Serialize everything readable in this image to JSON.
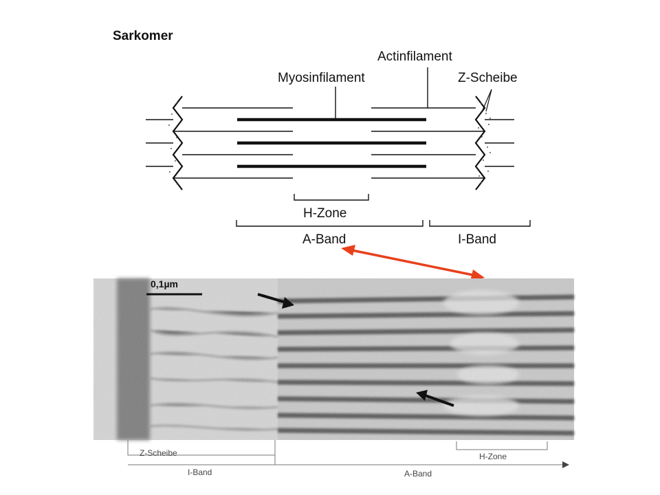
{
  "schematic": {
    "title": "Sarkomer",
    "labels": {
      "actin": "Actinfilament",
      "myosin": "Myosinfilament",
      "z_disc": "Z-Scheibe",
      "h_zone": "H-Zone",
      "a_band": "A-Band",
      "i_band": "I-Band"
    }
  },
  "micrograph": {
    "scale_bar": "0,1µm",
    "labels": {
      "z_disc": "Z-Scheibe",
      "i_band": "I-Band",
      "a_band": "A-Band",
      "h_zone": "H-Zone"
    }
  },
  "colors": {
    "connector_arrow": "#e8401c",
    "ink": "#111111",
    "micrograph_bg": "#bcbcbc",
    "micrograph_dark": "#3a3a3a"
  }
}
